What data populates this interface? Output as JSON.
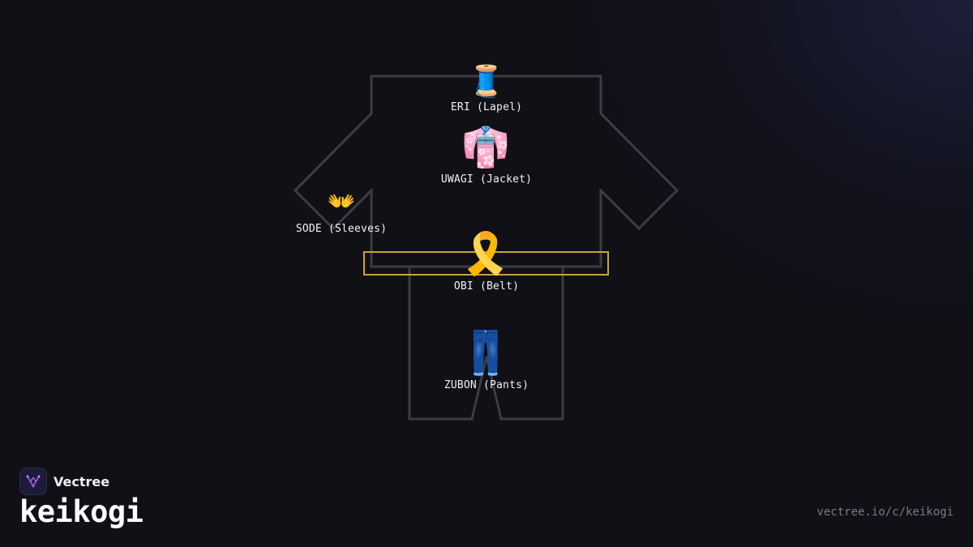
{
  "diagram": {
    "parts": {
      "eri": {
        "icon": "🧵",
        "icon_name": "thread-spool-icon",
        "label": "ERI (Lapel)"
      },
      "uwagi": {
        "icon": "👘",
        "icon_name": "kimono-icon",
        "label": "UWAGI (Jacket)"
      },
      "sode": {
        "icon": "👐",
        "icon_name": "open-hands-icon",
        "label": "SODE (Sleeves)"
      },
      "obi": {
        "icon": "🎗️",
        "icon_name": "ribbon-icon",
        "label": "OBI (Belt)"
      },
      "zubon": {
        "icon": "👖",
        "icon_name": "jeans-icon",
        "label": "ZUBON (Pants)"
      }
    },
    "colors": {
      "outline": "#3c3c42",
      "belt": "#c9a43a",
      "background": "#101016",
      "label": "#f2f2f2"
    }
  },
  "brand": {
    "name": "Vectree",
    "logo_icon": "vectree-logo-icon"
  },
  "page": {
    "title": "keikogi",
    "url": "vectree.io/c/keikogi"
  }
}
